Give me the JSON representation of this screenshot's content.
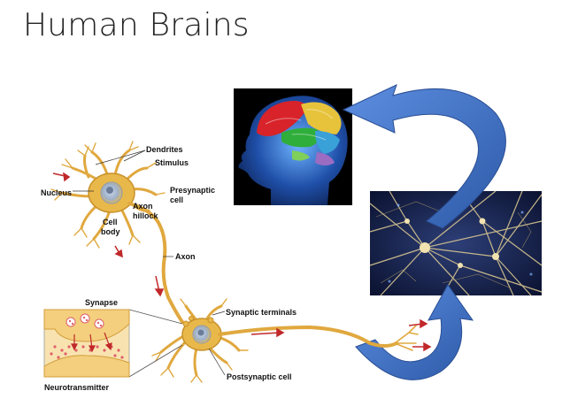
{
  "slide": {
    "title": "Human Brains"
  },
  "neuron_labels": {
    "dendrites": "Dendrites",
    "stimulus": "Stimulus",
    "nucleus": "Nucleus",
    "presynaptic_line1": "Presynaptic",
    "presynaptic_line2": "cell",
    "axon_hillock_line1": "Axon",
    "axon_hillock_line2": "hillock",
    "cell_body_line1": "Cell",
    "cell_body_line2": "body",
    "axon": "Axon",
    "synapse": "Synapse",
    "synaptic_terminals": "Synaptic terminals",
    "postsynaptic_cell": "Postsynaptic cell",
    "neurotransmitter": "Neurotransmitter"
  },
  "colors": {
    "neuron": "#e9b84a",
    "neuron_dark": "#c8912a",
    "arrow_blue": "#3f6fbf",
    "signal_red": "#c0282a",
    "synapse_bg": "#f8e3b0",
    "vesicle": "#e0606a"
  }
}
